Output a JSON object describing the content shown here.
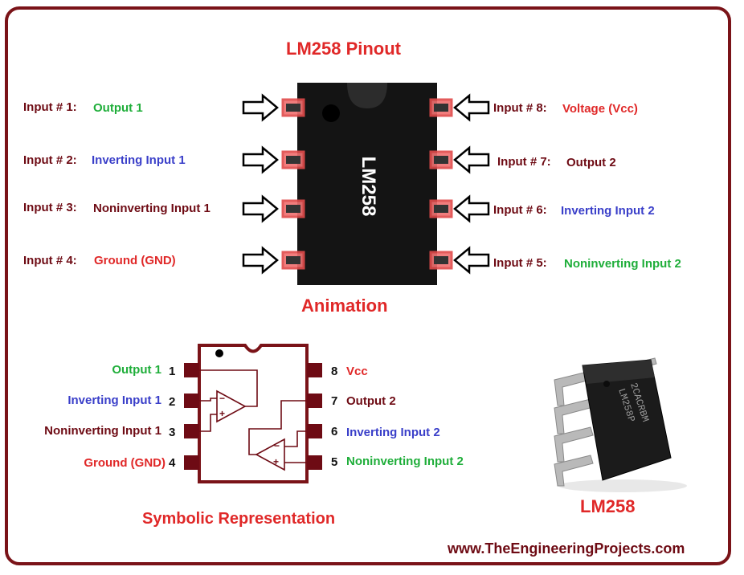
{
  "title": "LM258 Pinout",
  "animation_caption": "Animation",
  "chip_label": "LM258",
  "pins_left": [
    {
      "prefix": "Input # 1:",
      "name": "Output 1",
      "color": "#1fae3a"
    },
    {
      "prefix": "Input # 2:",
      "name": "Inverting Input 1",
      "color": "#3a3fc9"
    },
    {
      "prefix": "Input # 3:",
      "name": "Noninverting Input 1",
      "color": "#6e0b14"
    },
    {
      "prefix": "Input # 4:",
      "name": "Ground (GND)",
      "color": "#e02828"
    }
  ],
  "pins_right": [
    {
      "prefix": "Input # 8:",
      "name": "Voltage (Vcc)",
      "color": "#e02828"
    },
    {
      "prefix": "Input # 7:",
      "name": "Output 2",
      "color": "#6e0b14"
    },
    {
      "prefix": "Input # 6:",
      "name": "Inverting Input 2",
      "color": "#3a3fc9"
    },
    {
      "prefix": "Input # 5:",
      "name": "Noninverting Input 2",
      "color": "#1fae3a"
    }
  ],
  "symbolic": {
    "caption": "Symbolic Representation",
    "left": [
      {
        "name": "Output 1",
        "num": "1"
      },
      {
        "name": "Inverting Input 1",
        "num": "2"
      },
      {
        "name": "Noninverting Input 1",
        "num": "3"
      },
      {
        "name": "Ground (GND)",
        "num": "4"
      }
    ],
    "right": [
      {
        "num": "8",
        "name": "Vcc"
      },
      {
        "num": "7",
        "name": "Output 2"
      },
      {
        "num": "6",
        "name": "Inverting Input 2"
      },
      {
        "num": "5",
        "name": "Noninverting Input 2"
      }
    ],
    "opamp_minus": "−",
    "opamp_plus": "+"
  },
  "photo": {
    "marking_1": "2CACRBM",
    "marking_2": "LM258P",
    "caption": "LM258"
  },
  "website": "www.TheEngineeringProjects.com",
  "colors": {
    "frame": "#7a1318",
    "dark_red": "#6e0b14",
    "red": "#e02828",
    "green": "#1fae3a",
    "blue": "#3a3fc9",
    "chip_body": "#141414",
    "pin_pad": "#f07070"
  }
}
